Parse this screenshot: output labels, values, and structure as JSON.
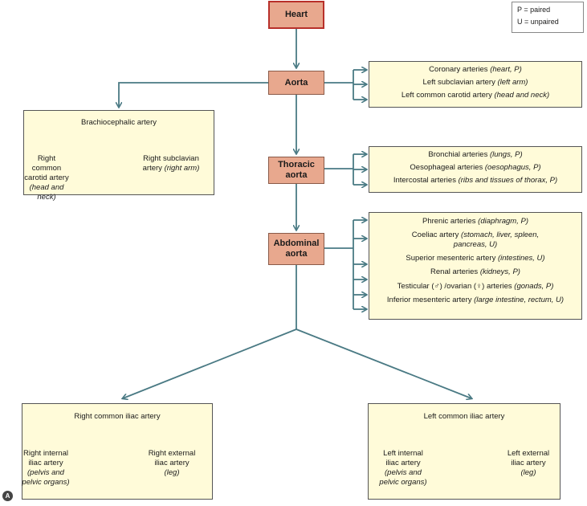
{
  "legend": {
    "paired": "P = paired",
    "unpaired": "U = unpaired"
  },
  "nodes": {
    "heart": "Heart",
    "aorta": "Aorta",
    "thoracic": "Thoracic aorta",
    "abdominal": "Abdominal aorta"
  },
  "aorta_branches": [
    {
      "name": "Coronary arteries ",
      "detail": "(heart, P)"
    },
    {
      "name": "Left subclavian artery ",
      "detail": "(left arm)"
    },
    {
      "name": "Left common carotid artery ",
      "detail": "(head and neck)"
    }
  ],
  "thoracic_branches": [
    {
      "name": "Bronchial arteries ",
      "detail": "(lungs, P)"
    },
    {
      "name": "Oesophageal arteries ",
      "detail": "(oesophagus, P)"
    },
    {
      "name": "Intercostal arteries ",
      "detail": "(ribs and tissues of thorax, P)"
    }
  ],
  "abdominal_branches": [
    {
      "name": "Phrenic arteries ",
      "detail": "(diaphragm, P)"
    },
    {
      "name": "Coeliac artery ",
      "detail": "(stomach, liver, spleen,"
    },
    {
      "name": "",
      "detail": "pancreas, U)"
    },
    {
      "name": "Superior mesenteric artery ",
      "detail": "(intestines, U)"
    },
    {
      "name": "Renal arteries ",
      "detail": "(kidneys, P)"
    },
    {
      "name": "Testicular (♂) /ovarian (♀) arteries ",
      "detail": "(gonads, P)"
    },
    {
      "name": "Inferior mesenteric artery ",
      "detail": "(large intestine, rectum, U)"
    }
  ],
  "brachio": {
    "title": "Brachiocephalic artery",
    "left": {
      "line1": "Right common",
      "line2": "carotid artery",
      "detail": "(head and neck)"
    },
    "right": {
      "line1": "Right subclavian",
      "line2": "artery ",
      "detail": "(right arm)"
    }
  },
  "right_iliac": {
    "title": "Right common iliac artery",
    "left": {
      "line1": "Right internal",
      "line2": "iliac artery",
      "detail1": "(pelvis and",
      "detail2": "pelvic organs)"
    },
    "right": {
      "line1": "Right external",
      "line2": "iliac artery",
      "detail1": "(leg)"
    }
  },
  "left_iliac": {
    "title": "Left common iliac artery",
    "left": {
      "line1": "Left internal",
      "line2": "iliac artery",
      "detail1": "(pelvis and",
      "detail2": "pelvic organs)"
    },
    "right": {
      "line1": "Left external",
      "line2": "iliac artery",
      "detail1": "(leg)"
    }
  },
  "panel_label": "A",
  "colors": {
    "arrow": "#4a7a84",
    "main_fill": "#e8a88e",
    "note_fill": "#fffbd9",
    "heart_border": "#b8302a"
  }
}
